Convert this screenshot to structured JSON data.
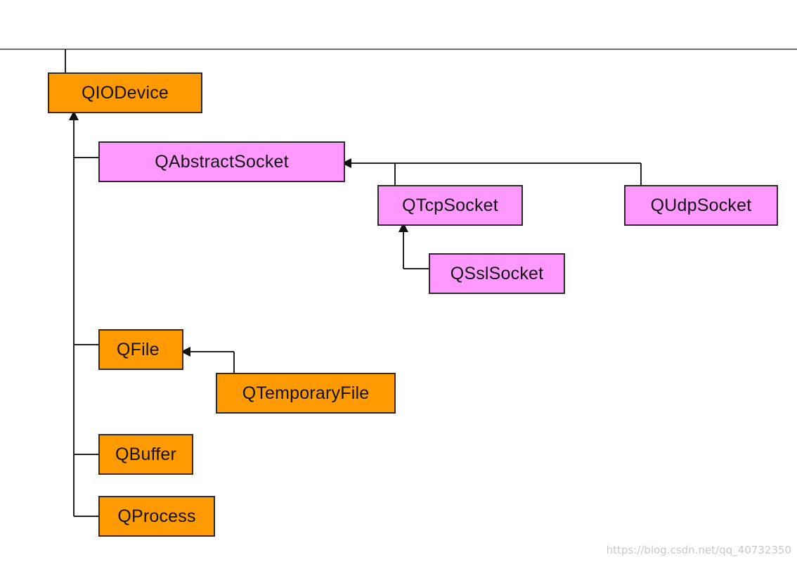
{
  "diagram": {
    "nodes": {
      "qiodevice": "QIODevice",
      "qabstractsocket": "QAbstractSocket",
      "qtcpsocket": "QTcpSocket",
      "qudpsocket": "QUdpSocket",
      "qsslsocket": "QSslSocket",
      "qfile": "QFile",
      "qtemporaryfile": "QTemporaryFile",
      "qbuffer": "QBuffer",
      "qprocess": "QProcess"
    },
    "edges": [
      {
        "from": "QAbstractSocket",
        "to": "QIODevice"
      },
      {
        "from": "QFile",
        "to": "QIODevice"
      },
      {
        "from": "QBuffer",
        "to": "QIODevice"
      },
      {
        "from": "QProcess",
        "to": "QIODevice"
      },
      {
        "from": "QTcpSocket",
        "to": "QAbstractSocket"
      },
      {
        "from": "QUdpSocket",
        "to": "QAbstractSocket"
      },
      {
        "from": "QSslSocket",
        "to": "QTcpSocket"
      },
      {
        "from": "QTemporaryFile",
        "to": "QFile"
      }
    ],
    "colors": {
      "base_class": "#ff9a00",
      "socket_class": "#ff99ff",
      "border": "#2b2b2b",
      "line": "#222222"
    }
  },
  "watermark": "https://blog.csdn.net/qq_40732350"
}
